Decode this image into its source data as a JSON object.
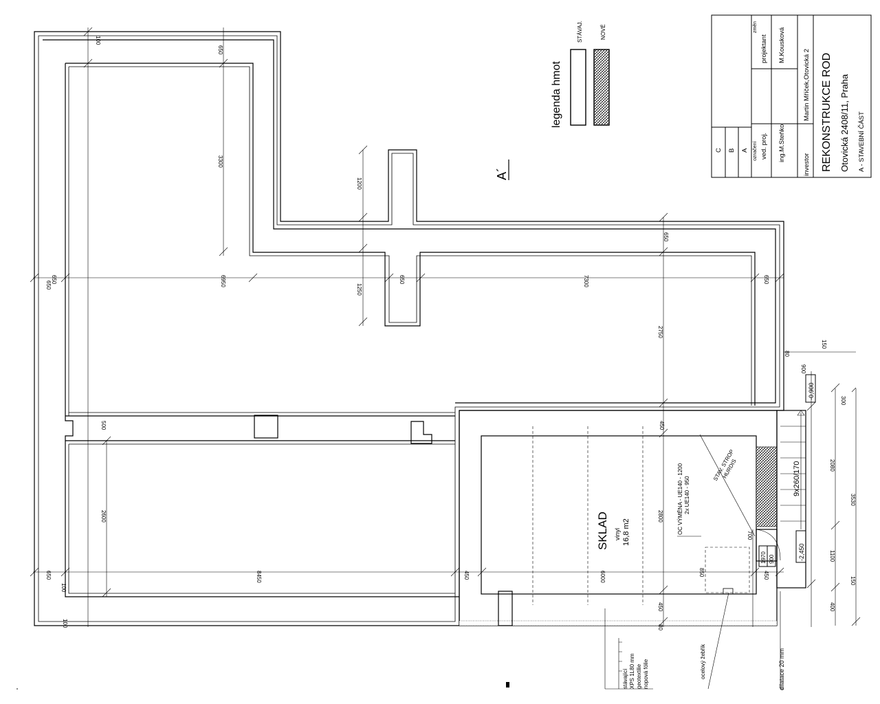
{
  "title_block": {
    "revision_labels": [
      "C",
      "B",
      "A"
    ],
    "revisions_header": "označení",
    "changes_header": "změn",
    "lead_designer_label": "ved. proj.",
    "lead_designer": "ing.M.Steňko",
    "designer_label": "projektant",
    "designer": "M.Kousková",
    "investor_label": "investor",
    "investor": "Martin Mříček,Otovická 2",
    "project_title": "REKONSTRUKCE ROD",
    "address": "Otovická 2408/11, Praha",
    "part": "A - STAVEBNÍ ČÁST"
  },
  "legend": {
    "title": "legenda hmot",
    "existing": "STÁVAJ.",
    "new": "NOVÉ"
  },
  "section_mark": "A´",
  "room": {
    "name": "SKLAD",
    "floor": "vinyl",
    "area": "16,8 m2"
  },
  "notes": {
    "beam": "OC VÝMĚNA - UE140 - 1200",
    "beam2": "2x UE140 - 950",
    "wall_tag": "STAV. STROP",
    "wall_tag2": "HURDIS",
    "steel_ladder": "ocelový žebřík",
    "expansion": "dilatace 20 mm",
    "layer1": "stávající",
    "layer2": "XPS 1L80 mm",
    "layer3": "geotextilie",
    "layer4": "nopová fólie"
  },
  "stair": {
    "label": "9x260/170",
    "level_top": "-0,900",
    "level_bottom": "-2,450",
    "door": "900",
    "door_h": "1970"
  },
  "dimensions": {
    "d100a": "100",
    "d650a": "650",
    "d3300": "3300",
    "d1200": "1200",
    "d650b": "650",
    "d650c": "650",
    "d6950": "6950",
    "d650d": "650",
    "d1250": "1250",
    "d650e": "650",
    "d7300": "7300",
    "d650f": "650",
    "d2750": "2750",
    "d80a": "80",
    "d150a": "150",
    "d900": "900",
    "d300": "300",
    "d500": "500",
    "d450a": "450",
    "d2600": "2600",
    "d2800": "2800",
    "d2080": "2080",
    "d3530": "3530",
    "d700": "700",
    "d450b": "450",
    "d8450": "8450",
    "d650g": "650",
    "d100b": "100",
    "d6000": "6000",
    "d850": "850",
    "d450c": "450",
    "d1100": "1100",
    "d150b": "150",
    "d450d": "450",
    "d100c": "100",
    "d80b": "80",
    "d400": "400"
  }
}
